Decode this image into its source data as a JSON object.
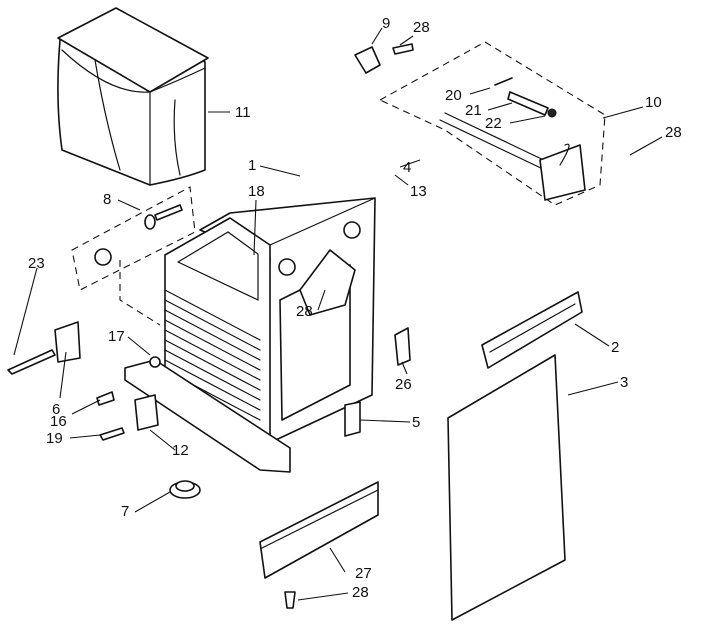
{
  "diagram": {
    "colors": {
      "ink": "#111111",
      "paper": "#ffffff"
    },
    "callouts": [
      {
        "id": "c9",
        "label": "9"
      },
      {
        "id": "c28a",
        "label": "28"
      },
      {
        "id": "c11",
        "label": "11"
      },
      {
        "id": "c10",
        "label": "10"
      },
      {
        "id": "c20",
        "label": "20"
      },
      {
        "id": "c21",
        "label": "21"
      },
      {
        "id": "c22",
        "label": "22"
      },
      {
        "id": "c28b",
        "label": "28"
      },
      {
        "id": "c1",
        "label": "1"
      },
      {
        "id": "c18",
        "label": "18"
      },
      {
        "id": "c4",
        "label": "4"
      },
      {
        "id": "c13",
        "label": "13"
      },
      {
        "id": "c8",
        "label": "8"
      },
      {
        "id": "c23",
        "label": "23"
      },
      {
        "id": "c28c",
        "label": "28"
      },
      {
        "id": "c2",
        "label": "2"
      },
      {
        "id": "c17",
        "label": "17"
      },
      {
        "id": "c26",
        "label": "26"
      },
      {
        "id": "c3",
        "label": "3"
      },
      {
        "id": "c6",
        "label": "6"
      },
      {
        "id": "c16",
        "label": "16"
      },
      {
        "id": "c5",
        "label": "5"
      },
      {
        "id": "c19",
        "label": "19"
      },
      {
        "id": "c12",
        "label": "12"
      },
      {
        "id": "c7",
        "label": "7"
      },
      {
        "id": "c27",
        "label": "27"
      },
      {
        "id": "c28d",
        "label": "28"
      }
    ]
  }
}
